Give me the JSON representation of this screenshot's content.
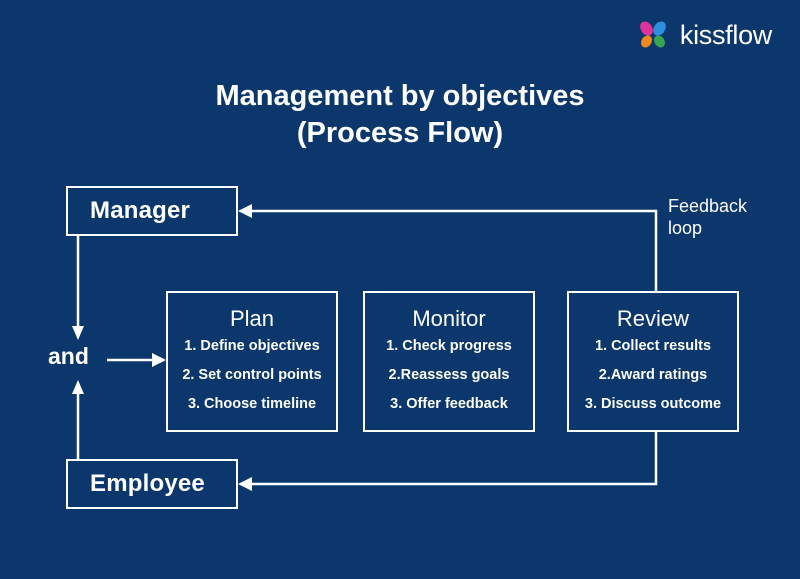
{
  "brand": {
    "name": "kissflow",
    "logo_icon": "kissflow-flower-logo",
    "petal_colors": {
      "top_left": "#e0339a",
      "top_right": "#2f8ede",
      "bottom_left": "#f08a1c",
      "bottom_right": "#39a552"
    },
    "text_color": "#ffffff"
  },
  "theme": {
    "background": "#0b376c",
    "stroke": "#ffffff",
    "text": "#ffffff"
  },
  "title": {
    "line1": "Management by objectives",
    "line2": "(Process Flow)"
  },
  "diagram": {
    "roles": [
      {
        "id": "manager",
        "label": "Manager"
      },
      {
        "id": "employee",
        "label": "Employee"
      }
    ],
    "junction_label": "and",
    "feedback": {
      "line1": "Feedback",
      "line2": "loop"
    },
    "stages": [
      {
        "id": "plan",
        "title": "Plan",
        "items": [
          "1. Define objectives",
          "2. Set control points",
          "3. Choose timeline"
        ]
      },
      {
        "id": "monitor",
        "title": "Monitor",
        "items": [
          "1. Check progress",
          "2.Reassess goals",
          "3. Offer feedback"
        ]
      },
      {
        "id": "review",
        "title": "Review",
        "items": [
          "1. Collect results",
          "2.Award ratings",
          "3. Discuss outcome"
        ]
      }
    ]
  }
}
